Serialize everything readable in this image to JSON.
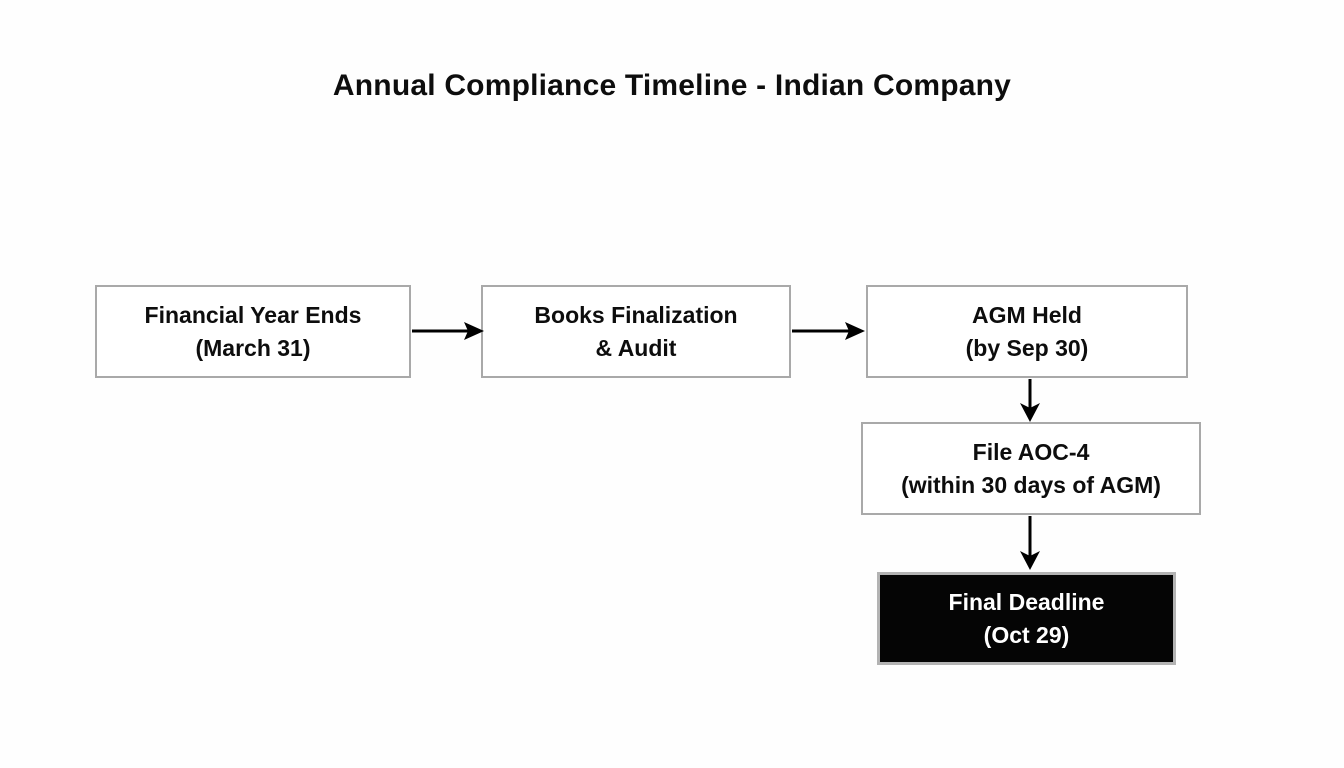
{
  "diagram": {
    "title": "Annual Compliance Timeline - Indian Company",
    "background_color": "#fefefe",
    "box_border_color": "#a9a9a9",
    "box_fill_color": "#ffffff",
    "highlight_fill_color": "#050505",
    "highlight_text_color": "#ffffff",
    "text_color": "#0d0d0d",
    "arrow_color": "#000000",
    "nodes": [
      {
        "id": "fy-end",
        "line1": "Financial Year Ends",
        "line2": "(March 31)",
        "style": "plain"
      },
      {
        "id": "books",
        "line1": "Books Finalization",
        "line2": "& Audit",
        "style": "plain"
      },
      {
        "id": "agm",
        "line1": "AGM Held",
        "line2": "(by Sep 30)",
        "style": "plain"
      },
      {
        "id": "aoc4",
        "line1": "File AOC-4",
        "line2": "(within 30 days of AGM)",
        "style": "plain"
      },
      {
        "id": "final",
        "line1": "Final Deadline",
        "line2": "(Oct 29)",
        "style": "highlight"
      }
    ],
    "edges": [
      {
        "id": "fy-end-to-books",
        "from": "fy-end",
        "to": "books",
        "direction": "right",
        "label": ""
      },
      {
        "id": "books-to-agm",
        "from": "books",
        "to": "agm",
        "direction": "right",
        "label": ""
      },
      {
        "id": "agm-to-aoc4",
        "from": "agm",
        "to": "aoc4",
        "direction": "down",
        "label": ""
      },
      {
        "id": "aoc4-to-final",
        "from": "aoc4",
        "to": "final",
        "direction": "down",
        "label": ""
      }
    ]
  }
}
